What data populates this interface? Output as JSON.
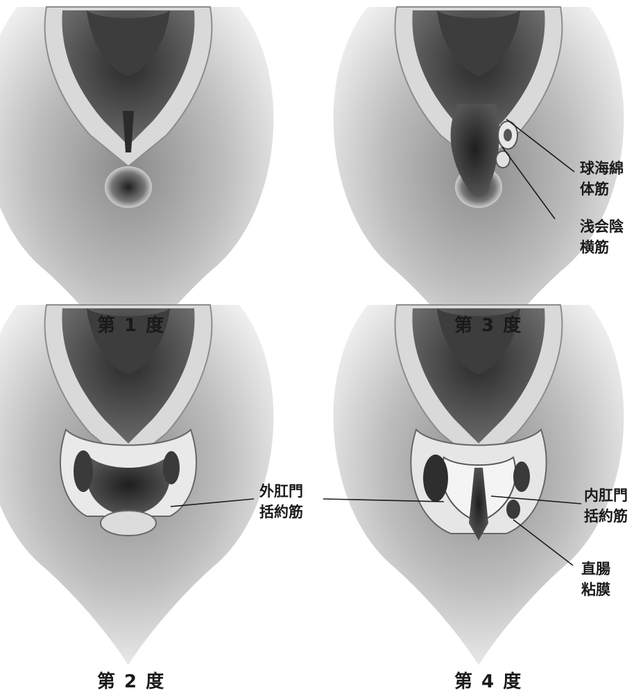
{
  "panels": [
    {
      "caption": "第 1 度"
    },
    {
      "caption": "第 3 度"
    },
    {
      "caption": "第 2 度"
    },
    {
      "caption": "第 4 度"
    }
  ],
  "labels": {
    "bulbospongiosus": "球海綿\n体筋",
    "superficial_transverse_perineal": "浅会陰\n横筋",
    "external_anal_sphincter": "外肛門\n括約筋",
    "internal_anal_sphincter": "内肛門\n括約筋",
    "rectal_mucosa": "直腸\n粘膜"
  }
}
